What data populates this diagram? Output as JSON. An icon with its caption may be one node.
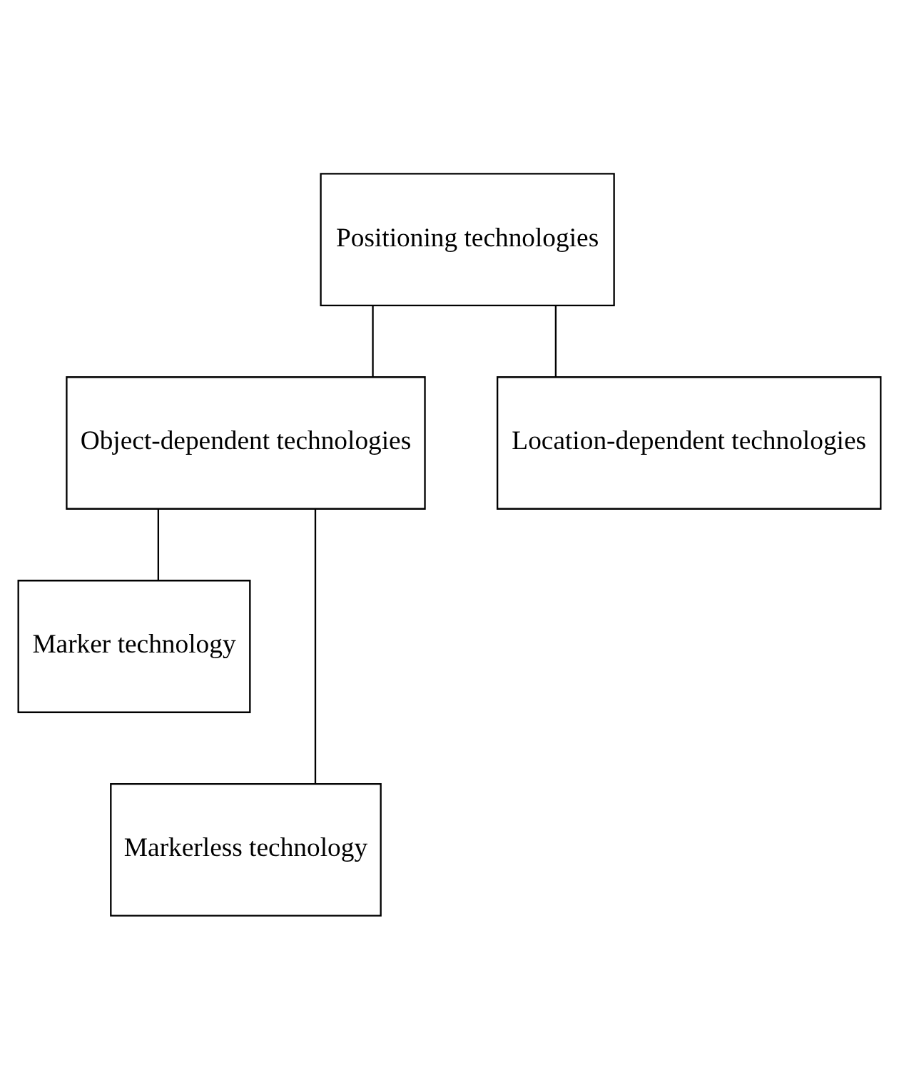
{
  "diagram": {
    "nodes": [
      {
        "text": [
          "Positioning technologies"
        ]
      },
      {
        "text": [
          "Object-dependent technologies"
        ]
      },
      {
        "text": [
          "Location-dependent technologies"
        ]
      },
      {
        "text": [
          "Marker technology"
        ]
      },
      {
        "text": [
          "Markerless technology"
        ]
      }
    ],
    "edges": [
      {
        "from": 0,
        "to": 1,
        "arrow": "none"
      },
      {
        "from": 0,
        "to": 2,
        "arrow": "none"
      },
      {
        "from": 1,
        "to": 3,
        "arrow": "none"
      },
      {
        "from": 1,
        "to": 4,
        "arrow": "none"
      }
    ]
  }
}
